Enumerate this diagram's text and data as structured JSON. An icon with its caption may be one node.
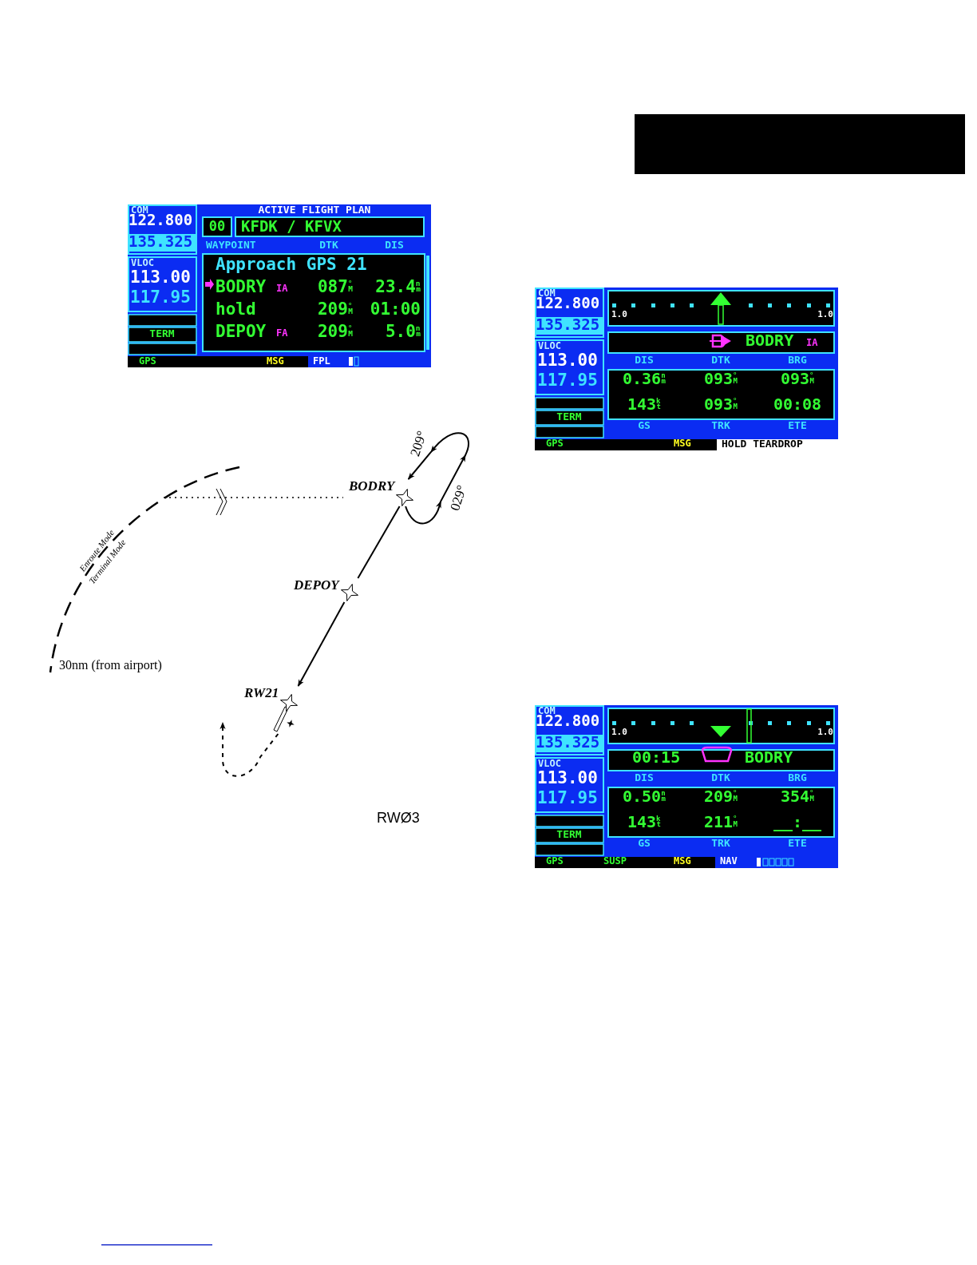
{
  "diagram": {
    "nodes": [
      {
        "text": [
          "BODRY"
        ]
      },
      {
        "text": [
          "DEPOY"
        ]
      },
      {
        "text": [
          "RW21"
        ]
      }
    ],
    "edges": [
      {
        "from": 0,
        "to": 1,
        "arrow": "none"
      },
      {
        "from": 1,
        "to": 2,
        "arrow": "to"
      },
      {
        "from": 0,
        "to": 0,
        "arrow": "to"
      },
      {
        "from": 2,
        "to": null,
        "arrow": "to",
        "style": "dashed"
      }
    ],
    "labels": [
      "COM",
      "122.800",
      "135.325",
      "VLOC",
      "113.00",
      "117.95",
      "TERM",
      "ACTIVE FLIGHT PLAN",
      "00",
      "KFDK / KFVX",
      "WAYPOINT",
      "DTK",
      "DIS",
      "Approach GPS 21",
      "BODRY",
      "IA",
      "087$^{°}$$_{M}$",
      "23.4$^{n}$$_{m}$",
      "hold",
      "209$^{°}$$_{M}$",
      "01:00",
      "DEPOY",
      "FA",
      "209$^{°}$$_{M}$",
      "5.0$^{n}$$_{m}$",
      "GPS",
      "MSG",
      "FPL",
      "209°",
      "029°",
      "Enroute Mode",
      "Terminal Mode",
      "30nm (from airport)",
      "RWØ3",
      "COM",
      "122.800",
      "135.325",
      "VLOC",
      "113.00",
      "117.95",
      "TERM",
      "1.0",
      "1.0",
      "BODRY",
      "IA",
      "DIS",
      "DTK",
      "BRG",
      "0.36$^{n}$$_{m}$",
      "093$^{°}$$_{M}$",
      "093$^{°}$$_{M}$",
      "143$^{k}$$_{t}$",
      "093$^{°}$$_{M}$",
      "00:08",
      "GS",
      "TRK",
      "ETE",
      "GPS",
      "MSG",
      "HOLD TEARDROP",
      "COM",
      "122.800",
      "135.325",
      "VLOC",
      "113.00",
      "117.95",
      "TERM",
      "1.0",
      "1.0",
      "00:15",
      "BODRY",
      "DIS",
      "DTK",
      "BRG",
      "0.50$^{n}$$_{m}$",
      "209$^{°}$$_{M}$",
      "354$^{°}$$_{M}$",
      "143$^{k}$$_{t}$",
      "211$^{°}$$_{M}$",
      "__:__",
      "GS",
      "TRK",
      "ETE",
      "GPS",
      "SUSP",
      "MSG",
      "NAV"
    ]
  }
}
